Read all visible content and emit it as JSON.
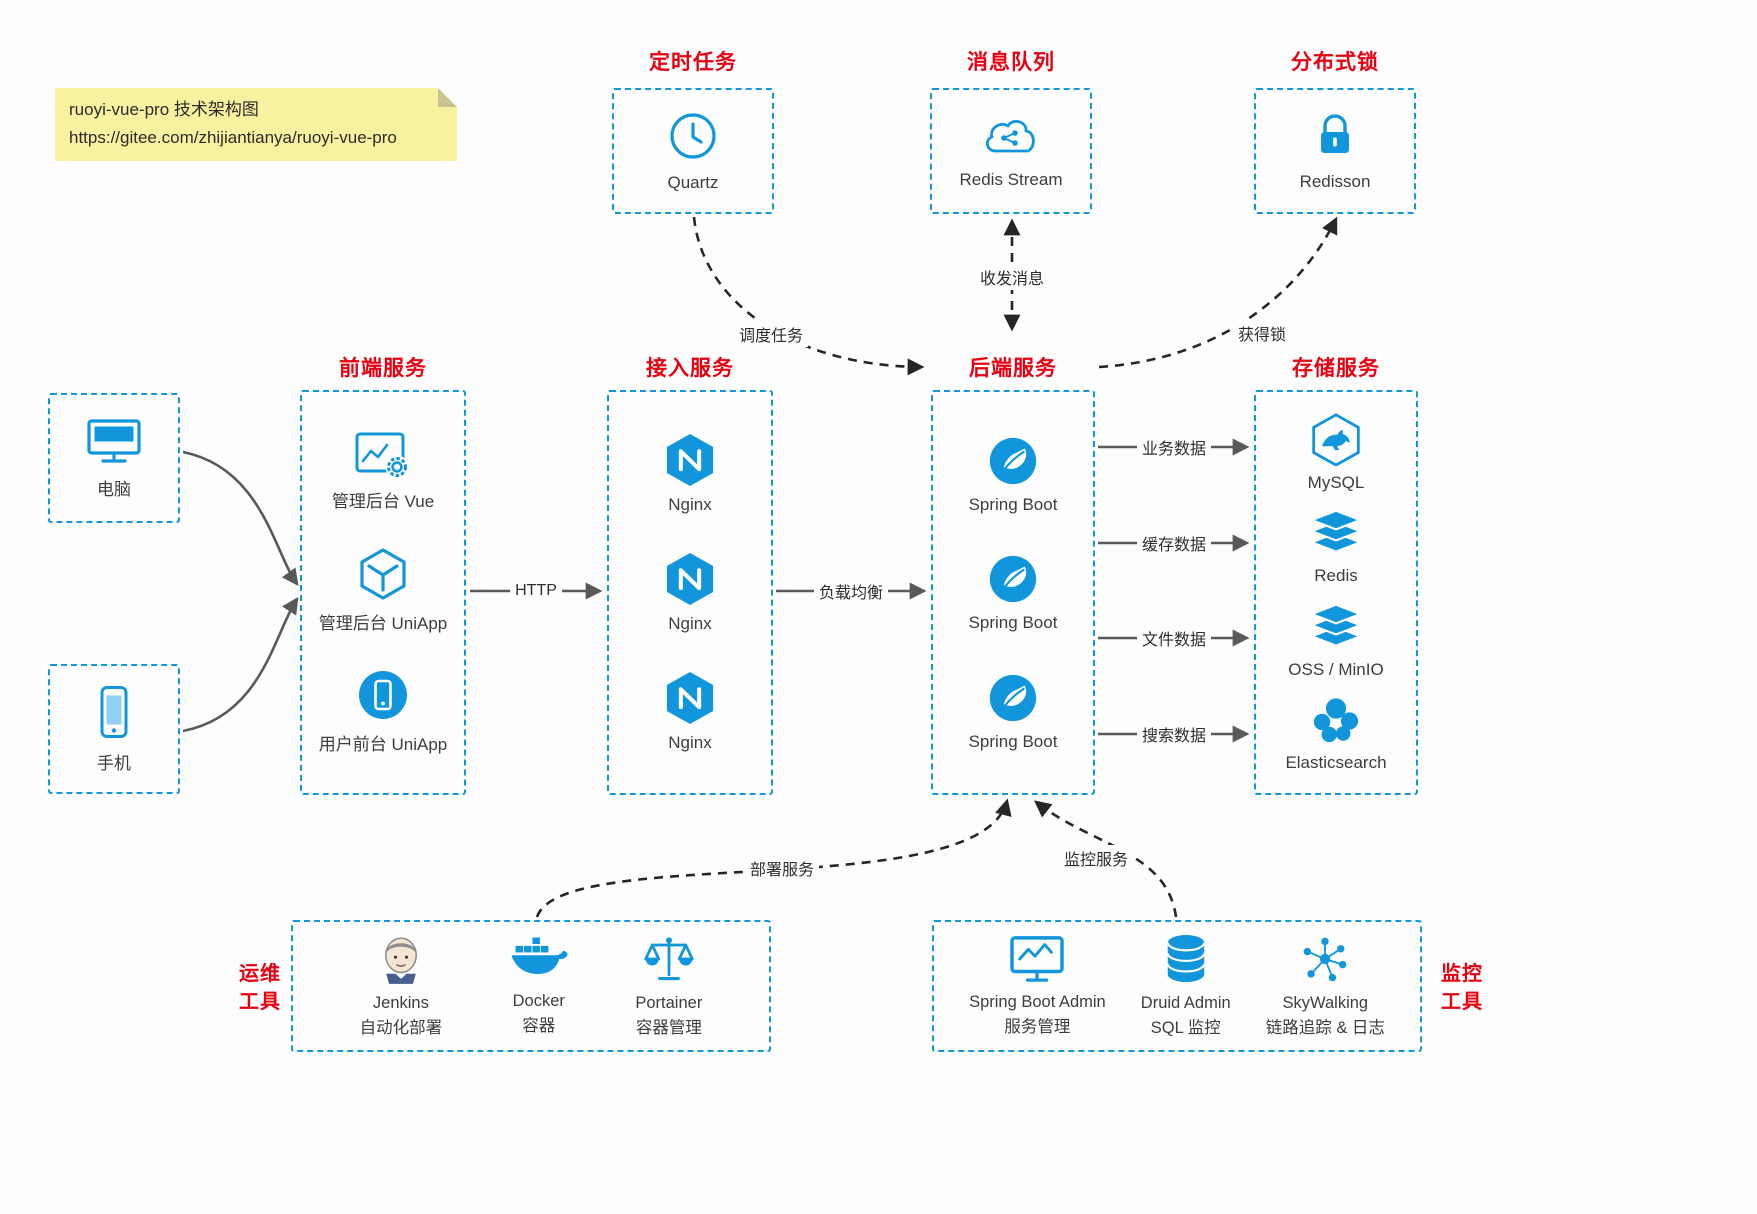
{
  "note": {
    "line1": "ruoyi-vue-pro 技术架构图",
    "line2": "https://gitee.com/zhijiantianya/ruoyi-vue-pro"
  },
  "top_services": [
    {
      "title": "定时任务",
      "label": "Quartz"
    },
    {
      "title": "消息队列",
      "label": "Redis Stream"
    },
    {
      "title": "分布式锁",
      "label": "Redisson"
    }
  ],
  "clients": [
    {
      "label": "电脑"
    },
    {
      "label": "手机"
    }
  ],
  "frontend": {
    "title": "前端服务",
    "items": [
      {
        "label": "管理后台 Vue"
      },
      {
        "label": "管理后台 UniApp"
      },
      {
        "label": "用户前台 UniApp"
      }
    ]
  },
  "gateway": {
    "title": "接入服务",
    "items": [
      {
        "label": "Nginx"
      },
      {
        "label": "Nginx"
      },
      {
        "label": "Nginx"
      }
    ]
  },
  "backend": {
    "title": "后端服务",
    "items": [
      {
        "label": "Spring Boot"
      },
      {
        "label": "Spring Boot"
      },
      {
        "label": "Spring Boot"
      }
    ]
  },
  "storage": {
    "title": "存储服务",
    "items": [
      {
        "label": "MySQL"
      },
      {
        "label": "Redis"
      },
      {
        "label": "OSS / MinIO"
      },
      {
        "label": "Elasticsearch"
      }
    ]
  },
  "ops": {
    "title_line1": "运维",
    "title_line2": "工具",
    "items": [
      {
        "name": "Jenkins",
        "desc": "自动化部署"
      },
      {
        "name": "Docker",
        "desc": "容器"
      },
      {
        "name": "Portainer",
        "desc": "容器管理"
      }
    ]
  },
  "monitoring": {
    "title_line1": "监控",
    "title_line2": "工具",
    "items": [
      {
        "name": "Spring Boot Admin",
        "desc": "服务管理"
      },
      {
        "name": "Druid Admin",
        "desc": "SQL 监控"
      },
      {
        "name": "SkyWalking",
        "desc": "链路追踪 & 日志"
      }
    ]
  },
  "edges": {
    "http": "HTTP",
    "load_balance": "负载均衡",
    "schedule_task": "调度任务",
    "send_receive_message": "收发消息",
    "acquire_lock": "获得锁",
    "business_data": "业务数据",
    "cache_data": "缓存数据",
    "file_data": "文件数据",
    "search_data": "搜索数据",
    "deploy_service": "部署服务",
    "monitor_service": "监控服务"
  },
  "colors": {
    "accent": "#1296db",
    "title_red": "#e60012",
    "note_bg": "#f8f2a0",
    "solid_arrow": "#595959",
    "dashed_arrow": "#262626"
  }
}
